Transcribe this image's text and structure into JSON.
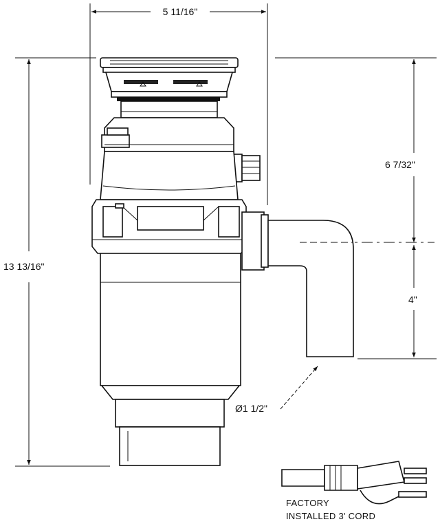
{
  "dimensions": {
    "width": "5 11/16\"",
    "overall_height": "13 13/16\"",
    "inlet_to_discharge": "6 7/32\"",
    "discharge_drop": "4\"",
    "discharge_diameter": "Ø1 1/2\""
  },
  "cord_note": {
    "line1": "FACTORY",
    "line2": "INSTALLED 3' CORD"
  }
}
